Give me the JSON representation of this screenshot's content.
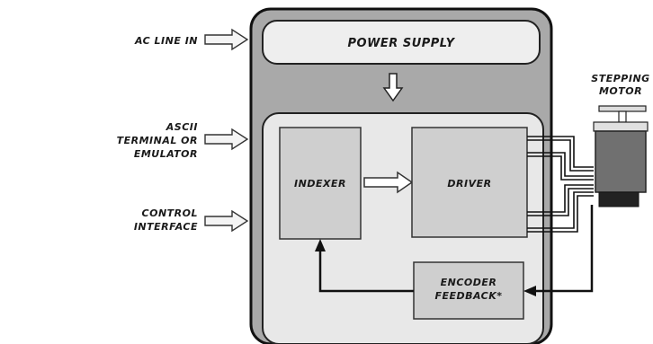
{
  "inputs": {
    "ac_line_in": "AC LINE IN",
    "ascii_terminal": [
      "ASCII",
      "TERMINAL OR",
      "EMULATOR"
    ],
    "control_interface": [
      "CONTROL",
      "INTERFACE"
    ]
  },
  "blocks": {
    "power_supply": "POWER SUPPLY",
    "indexer": "INDEXER",
    "driver": "DRIVER",
    "encoder_feedback": [
      "ENCODER",
      "FEEDBACK*"
    ]
  },
  "motor": {
    "label": [
      "STEPPING",
      "MOTOR"
    ]
  },
  "colors": {
    "outer_housing": "#a9a9a9",
    "inner_panel": "#e8e8e8",
    "block_fill": "#cfcfcf",
    "power_supply_fill": "#eeeeee",
    "motor_body": "#707070",
    "line": "#111111"
  }
}
